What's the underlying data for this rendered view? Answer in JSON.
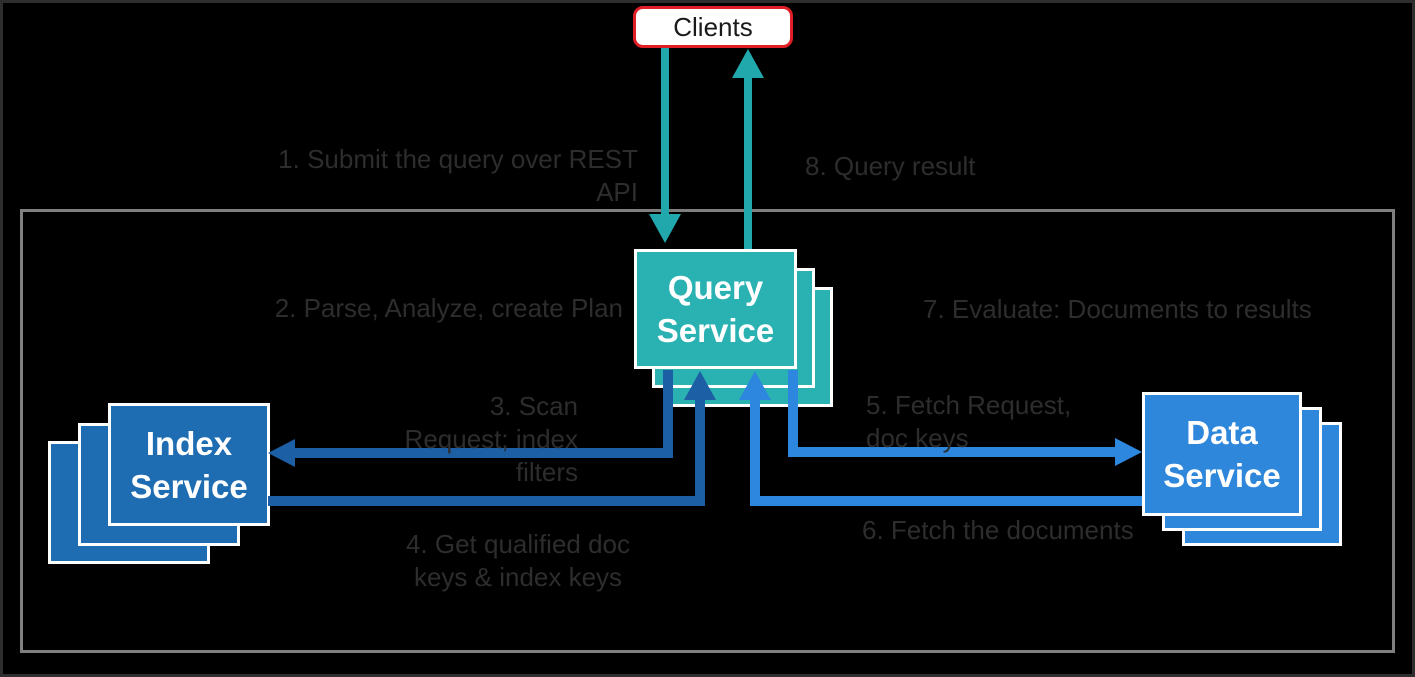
{
  "nodes": {
    "clients": "Clients",
    "query_service": "Query\nService",
    "index_service": "Index\nService",
    "data_service": "Data\nService"
  },
  "steps": {
    "step1": "1. Submit the query over REST\nAPI",
    "step2": "2. Parse, Analyze, create Plan",
    "step3": "3.  Scan\nRequest; index\nfilters",
    "step4": "4. Get qualified doc\nkeys & index keys",
    "step5": "5. Fetch Request,\ndoc keys",
    "step6": "6. Fetch the documents",
    "step7": "7. Evaluate: Documents to results",
    "step8": "8. Query result"
  },
  "colors": {
    "background": "#000000",
    "query_service_teal": "#2ab1b2",
    "teal_arrow": "#20a8ac",
    "index_service_blue": "#1e6cb2",
    "dark_blue_arrow": "#1c5fa5",
    "data_service_blue": "#2e87db",
    "bright_blue_arrow": "#2d87de",
    "clients_border_red": "#e01e25",
    "boundary_gray": "#7f7f7f",
    "label_gray": "#2d2d2d",
    "card_border_white": "#ffffff"
  }
}
